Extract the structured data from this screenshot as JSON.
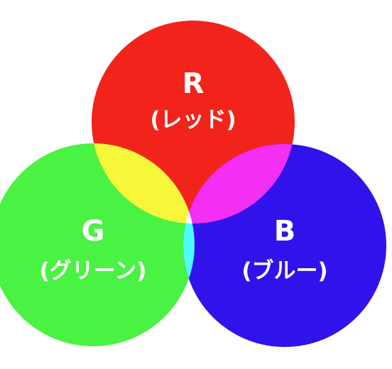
{
  "diagram": {
    "type": "additive-color-venn",
    "circles": [
      {
        "id": "red",
        "letter": "R",
        "name": "(レッド)",
        "color": "#f2231a"
      },
      {
        "id": "green",
        "letter": "G",
        "name": "(グリーン)",
        "color": "#4af243"
      },
      {
        "id": "blue",
        "letter": "B",
        "name": "(ブルー)",
        "color": "#2f13ea"
      }
    ],
    "overlaps": {
      "red_green": "#f7f73a",
      "red_blue": "#f42ef2",
      "green_blue": "#4dfbfb",
      "all": "#ffffff"
    }
  }
}
